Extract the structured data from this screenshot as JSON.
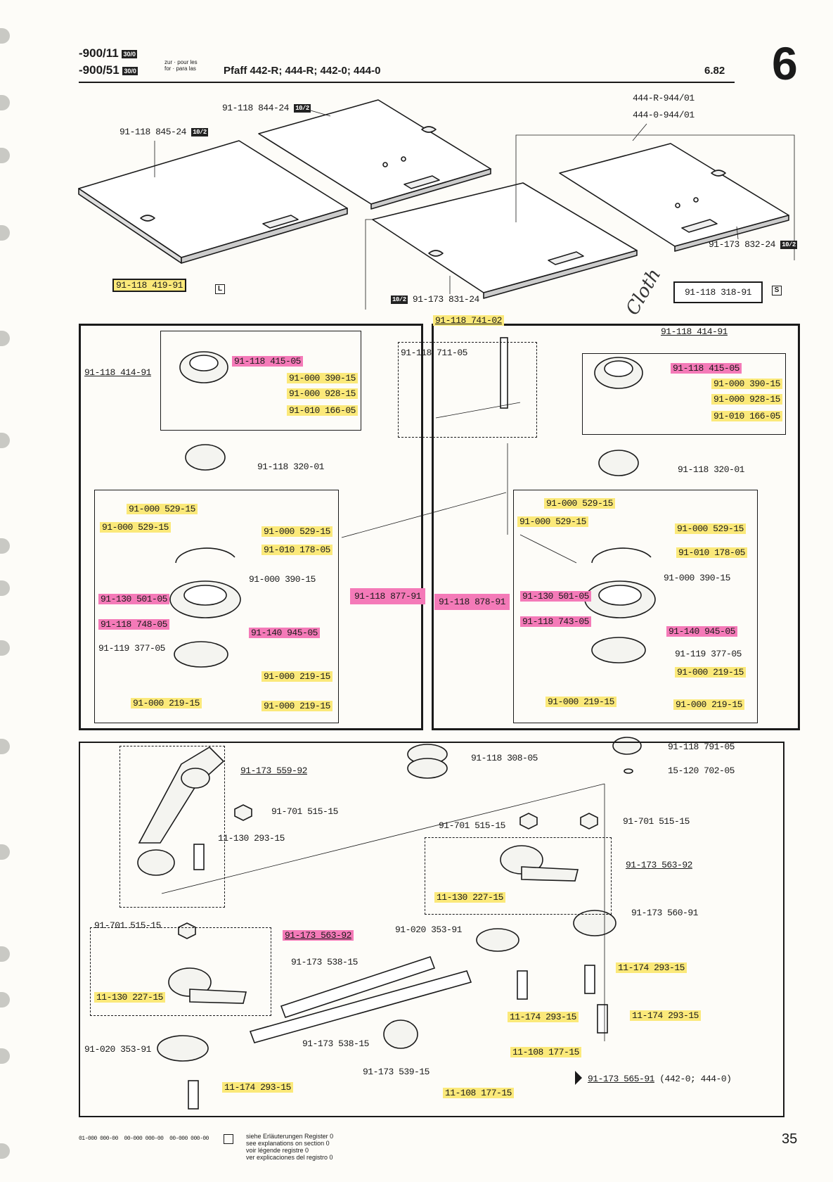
{
  "header": {
    "code1": "-900/11",
    "code2": "-900/51",
    "badge": "30/0",
    "zur1": "zur · pour les",
    "zur2": "for · para las",
    "model": "Pfaff 442-R; 444-R; 442-0; 444-0",
    "date": "6.82",
    "section": "6"
  },
  "plates": {
    "p1": "91-118 844-24",
    "p2": "91-118 845-24",
    "p3": "91-173 831-24",
    "p4": "91-173 832-24",
    "tag": "10/2",
    "models1": "444-R-944/01",
    "models2": "444-0-944/01"
  },
  "left_group": {
    "box_label": "91-118 419-91",
    "letter": "L",
    "sub": "91-118 414-91",
    "p415": "91-118 415-05",
    "p390": "91-000 390-15",
    "p928": "91-000 928-15",
    "p166": "91-010 166-05",
    "p320": "91-118 320-01",
    "a529": "91-000 529-15",
    "b529": "91-000 529-15",
    "c529": "91-000 529-15",
    "p178": "91-010 178-05",
    "q390": "91-000 390-15",
    "p501": "91-130 501-05",
    "p748": "91-118 748-05",
    "p945": "91-140 945-05",
    "p377": "91-119 377-05",
    "a219": "91-000 219-15",
    "b219": "91-000 219-15",
    "c219": "91-000 219-15",
    "hook": "91-118 877-91"
  },
  "center": {
    "p741": "91-118 741-02",
    "p711": "91-118 711-05",
    "handwritten": "Cloth"
  },
  "right_group": {
    "box_label": "91-118 318-91",
    "letter": "S",
    "sub": "91-118 414-91",
    "p415": "91-118 415-05",
    "p390": "91-000 390-15",
    "p928": "91-000 928-15",
    "p166": "91-010 166-05",
    "p320": "91-118 320-01",
    "a529": "91-000 529-15",
    "b529": "91-000 529-15",
    "c529": "91-000 529-15",
    "p178": "91-010 178-05",
    "q390": "91-000 390-15",
    "p501": "91-130 501-05",
    "p743": "91-118 743-05",
    "p945": "91-140 945-05",
    "p377": "91-119 377-05",
    "a219": "91-000 219-15",
    "b219": "91-000 219-15",
    "c219": "91-000 219-15",
    "hook": "91-118 878-91"
  },
  "lower": {
    "bobbin": "91-118 308-05",
    "p791": "91-118 791-05",
    "p702": "15-120 702-05",
    "p559": "91-173 559-92",
    "n515a": "91-701 515-15",
    "s293": "11-130 293-15",
    "n515b": "91-701 515-15",
    "n515c": "91-701 515-15",
    "n515d": "91-701 515-15",
    "g563a": "91-173 563-92",
    "g563b": "91-173 563-92",
    "s227a": "11-130 227-15",
    "s227b": "11-130 227-15",
    "p560": "91-173 560-91",
    "r353a": "91-020 353-91",
    "r353b": "91-020 353-91",
    "rod538a": "91-173 538-15",
    "rod538b": "91-173 538-15",
    "t293a": "11-174 293-15",
    "t293b": "11-174 293-15",
    "t293c": "11-174 293-15",
    "t293d": "11-174 293-15",
    "p539": "91-173 539-15",
    "s177a": "11-108 177-15",
    "s177b": "11-108 177-15",
    "p565": "91-173 565-91",
    "p565note": "(442-0; 444-0)"
  },
  "footer": {
    "codes1": "01-000 000-00",
    "codes2": "00-000 000-00",
    "codes3": "00-000 000-00",
    "l1": "siehe Erläuterungen Register 0",
    "l2": "see explanations on section 0",
    "l3": "voir légende registre 0",
    "l4": "ver explicaciones del registro 0",
    "page": "35"
  }
}
